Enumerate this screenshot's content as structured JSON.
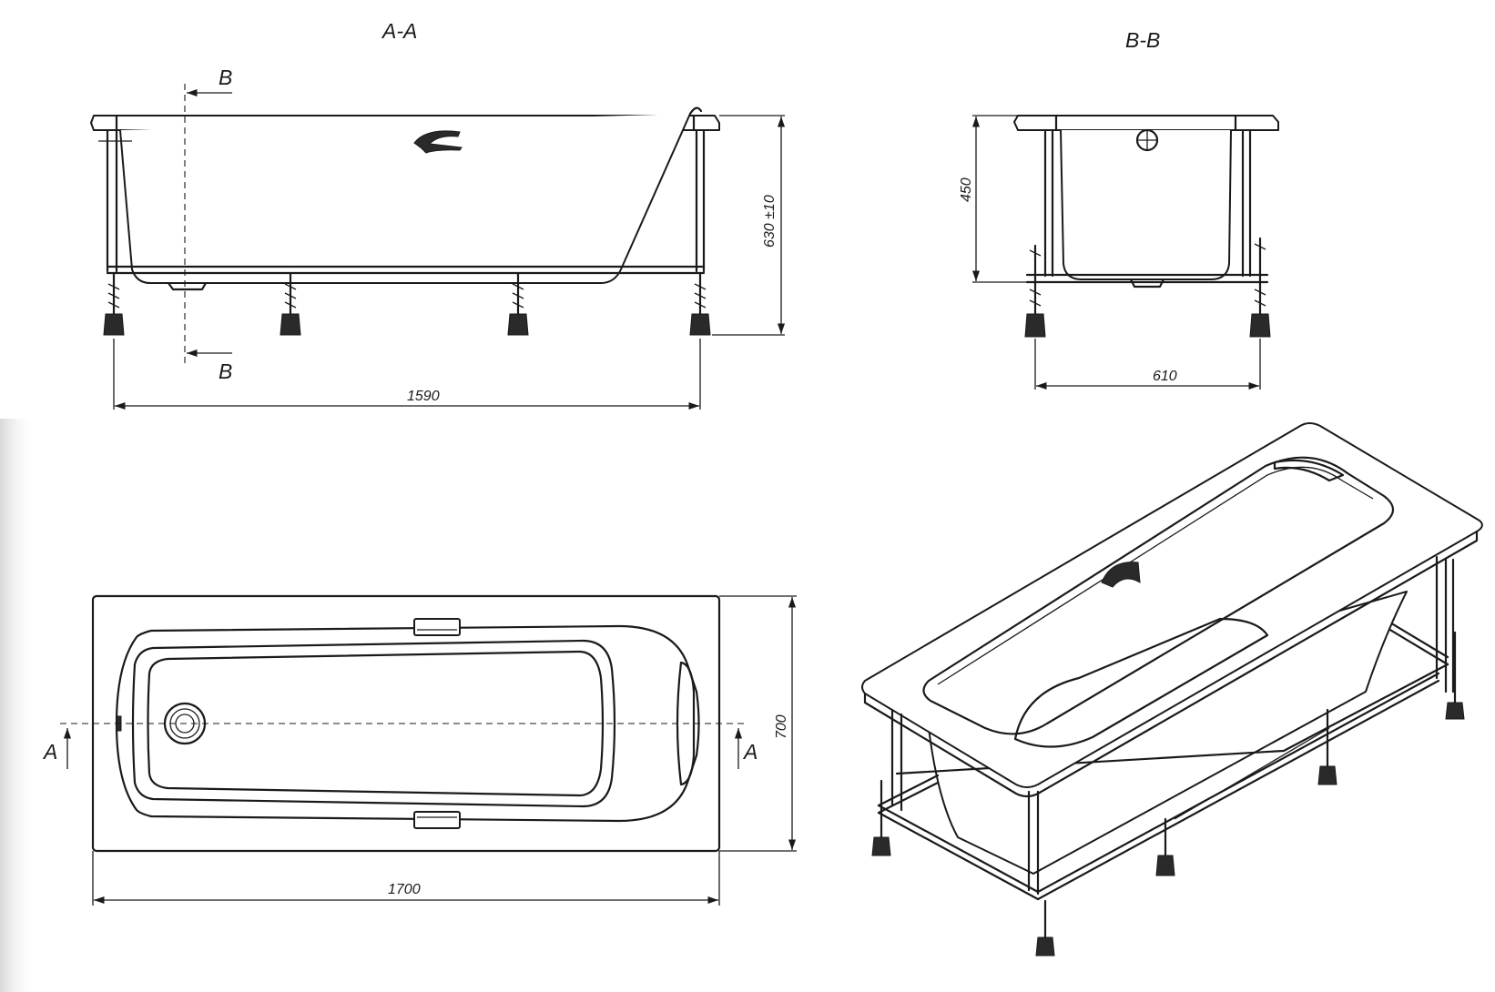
{
  "views": {
    "section_aa_title": "A-A",
    "section_bb_title": "B-B"
  },
  "markers": {
    "b_top": "B",
    "b_bottom": "B",
    "a_left": "A",
    "a_right": "A"
  },
  "dimensions": {
    "leg_span_length": "1590",
    "height": "630 ±10",
    "tub_depth": "450",
    "leg_span_width": "610",
    "overall_length": "1700",
    "overall_width": "700"
  }
}
